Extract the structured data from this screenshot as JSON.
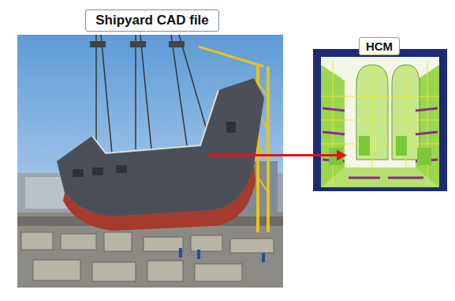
{
  "diagram": {
    "nodes": [
      {
        "text": [
          "Shipyard CAD file"
        ]
      },
      {
        "text": [
          "HCM"
        ]
      }
    ],
    "edges": [
      {
        "from": 0,
        "to": 1,
        "arrow": "to"
      }
    ]
  }
}
